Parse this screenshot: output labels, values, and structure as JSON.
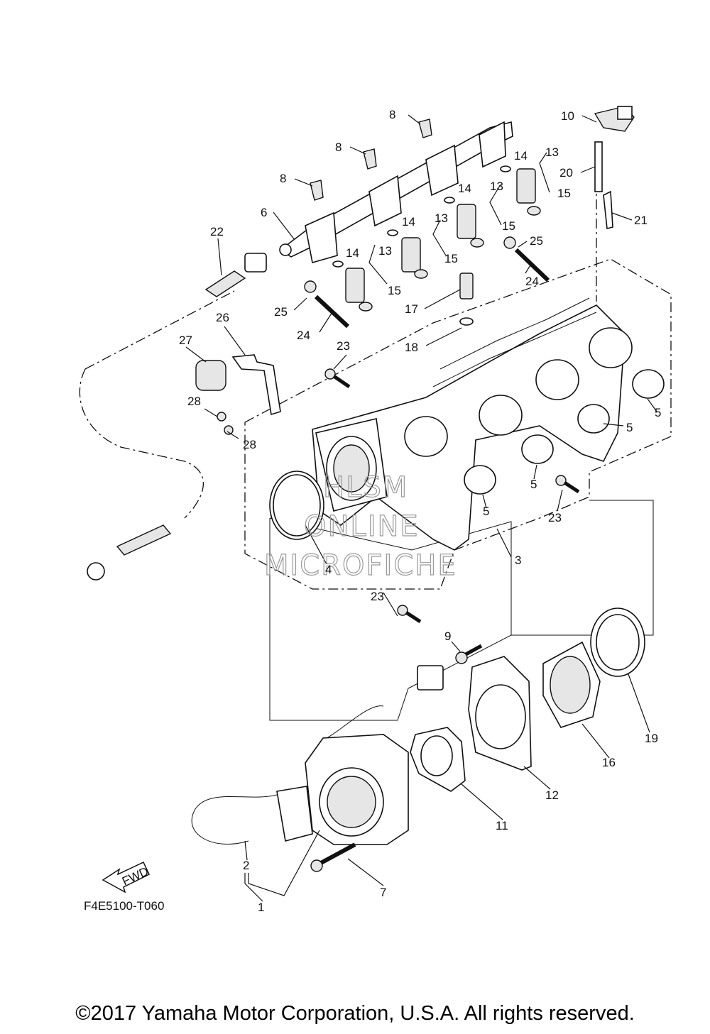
{
  "diagram": {
    "code": "F4E5100-T060",
    "fwd_label": "FWD",
    "watermark": [
      "HLSM",
      "ONLINE",
      "MICROFICHE"
    ],
    "copyright": "©2017 Yamaha Motor Corporation, U.S.A. All rights reserved.",
    "callouts": [
      "1",
      "2",
      "3",
      "4",
      "5",
      "5",
      "5",
      "5",
      "5",
      "6",
      "7",
      "8",
      "8",
      "8",
      "9",
      "10",
      "11",
      "12",
      "13",
      "13",
      "13",
      "13",
      "14",
      "14",
      "14",
      "14",
      "15",
      "15",
      "15",
      "15",
      "16",
      "17",
      "18",
      "19",
      "20",
      "21",
      "22",
      "23",
      "23",
      "23",
      "23",
      "24",
      "24",
      "25",
      "25",
      "26",
      "27",
      "28",
      "28"
    ]
  }
}
